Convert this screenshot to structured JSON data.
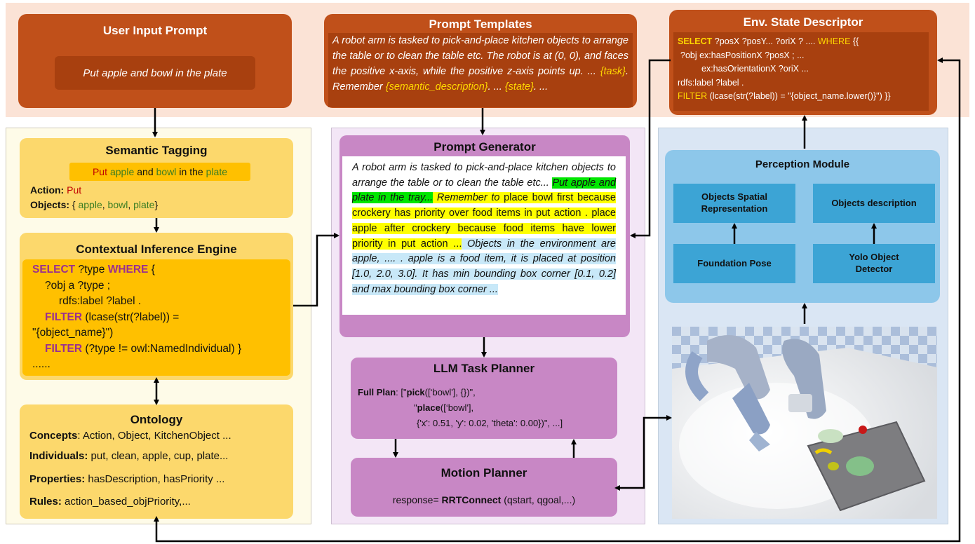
{
  "user_input": {
    "title": "User Input Prompt",
    "prompt": "Put apple and bowl in the plate"
  },
  "prompt_templates": {
    "title": "Prompt Templates",
    "text_a": "A robot arm is tasked to pick-and-place kitchen objects to arrange the table or to clean the table etc. The robot is at (0, 0), and faces the positive x-axis, while the positive z-axis points up. ... ",
    "task_tag": "{task}",
    "text_b": ". Remember ",
    "semantic_tag": "{semantic_description}",
    "text_c": ". ... ",
    "state_tag": "{state}",
    "text_d": ". ..."
  },
  "env_state": {
    "title": "Env. State Descriptor",
    "l1_select": "SELECT",
    "l1_mid": " ?posX  ?posY... ?oriX ? .... ",
    "l1_where": "WHERE",
    "l1_end": " {{",
    "l2": "?obj ex:hasPositionX ?posX ; ...",
    "l3": "ex:hasOrientationX ?oriX  ...",
    "l4": "rdfs:label ?label .",
    "l5_filter": "FILTER",
    "l5_rest": " (lcase(str(?label)) = \"{object_name.lower()}\") }}"
  },
  "semantic_tagging": {
    "title": "Semantic Tagging",
    "w_put": "Put",
    "w_apple": "apple",
    "w_and": "and",
    "w_bowl": "bowl",
    "w_inthe": "in the",
    "w_plate": "plate",
    "action_label": "Action:",
    "action_value": "Put",
    "objects_label": "Objects:",
    "objects_open": "{",
    "obj1": "apple",
    "sep1": ",",
    "obj2": "bowl",
    "sep2": ",",
    "obj3": "plate",
    "objects_close": "}"
  },
  "contextual": {
    "title": "Contextual Inference Engine",
    "l1_select": "SELECT",
    "l1_mid": " ?type ",
    "l1_where": "WHERE",
    "l1_end": " {",
    "l2": "?obj a ?type ;",
    "l3": "rdfs:label ?label .",
    "l4_filter": "FILTER",
    "l4_rest": " (lcase(str(?label)) =",
    "l5": "\"{object_name}\")",
    "l6_filter": "FILTER",
    "l6_rest": " (?type != owl:NamedIndividual) }",
    "l7": "......"
  },
  "ontology": {
    "title": "Ontology",
    "concepts_label": "Concepts",
    "concepts_value": ": Action, Object, KitchenObject ...",
    "individuals_label": "Individuals:",
    "individuals_value": " put, clean, apple, cup, plate...",
    "properties_label": "Properties:",
    "properties_value": " hasDescription, hasPriority ...",
    "rules_label": "Rules:",
    "rules_value": " action_based_objPriority,..."
  },
  "prompt_generator": {
    "title": "Prompt Generator",
    "p1": "A robot arm is tasked to pick-and-place kitchen objects to arrange the table or to clean the table etc... ",
    "green": "Put apple and plate in the tray...",
    "yellow_ital": " Remember to",
    "yellow_plain": " place bowl first because crockery has priority over food items in put action . place apple after crockery because food items have lower priority in put action ...",
    "blue": " Objects in the environment are apple, .... . apple is a food item, it is placed at position [1.0, 2.0, 3.0]. It has min bounding box corner [0.1, 0.2] and max bounding box corner ..."
  },
  "llm_planner": {
    "title": "LLM Task Planner",
    "label": "Full Plan",
    "l1_a": ": [\"",
    "l1_pick": "pick",
    "l1_b": "([‘bowl'], {})\",",
    "l2_a": "\"",
    "l2_place": "place",
    "l2_b": "([‘bowl'],",
    "l3": "{'x': 0.51, 'y': 0.02, 'theta': 0.00})\", ...]"
  },
  "motion_planner": {
    "title": "Motion Planner",
    "prefix": "response= ",
    "method": "RRTConnect",
    "args": " (qstart, qgoal,...)"
  },
  "perception": {
    "title": "Perception Module",
    "spatial": "Objects Spatial Representation",
    "description": "Objects description",
    "foundation": "Foundation Pose",
    "yolo": "Yolo Object Detector"
  },
  "colors": {
    "orange": "#c0501a",
    "orange_dark": "#a8400f",
    "yellow_box": "#fcd86c",
    "sparql_box": "#ffc000",
    "purple": "#c887c5",
    "blue": "#8dc7ea",
    "blue_dark": "#3ca4d5",
    "highlight_green": "#00e600",
    "highlight_yellow": "#ffff00",
    "highlight_blue": "#c8e8f8"
  }
}
